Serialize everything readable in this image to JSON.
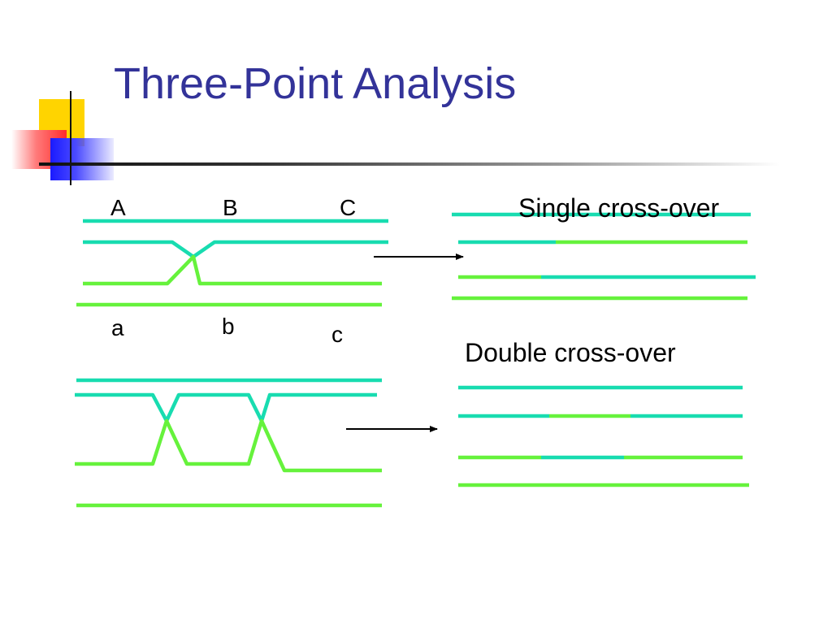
{
  "slide": {
    "title": "Three-Point Analysis"
  },
  "labels": {
    "upper": [
      "A",
      "B",
      "C"
    ],
    "lower": [
      "a",
      "b",
      "c"
    ]
  },
  "captions": {
    "single": "Single cross-over",
    "double": "Double cross-over"
  },
  "colors": {
    "title": "#333399",
    "teal_chromatid": "#18dcb0",
    "green_chromatid": "#66f23c",
    "arrow": "#000000"
  }
}
